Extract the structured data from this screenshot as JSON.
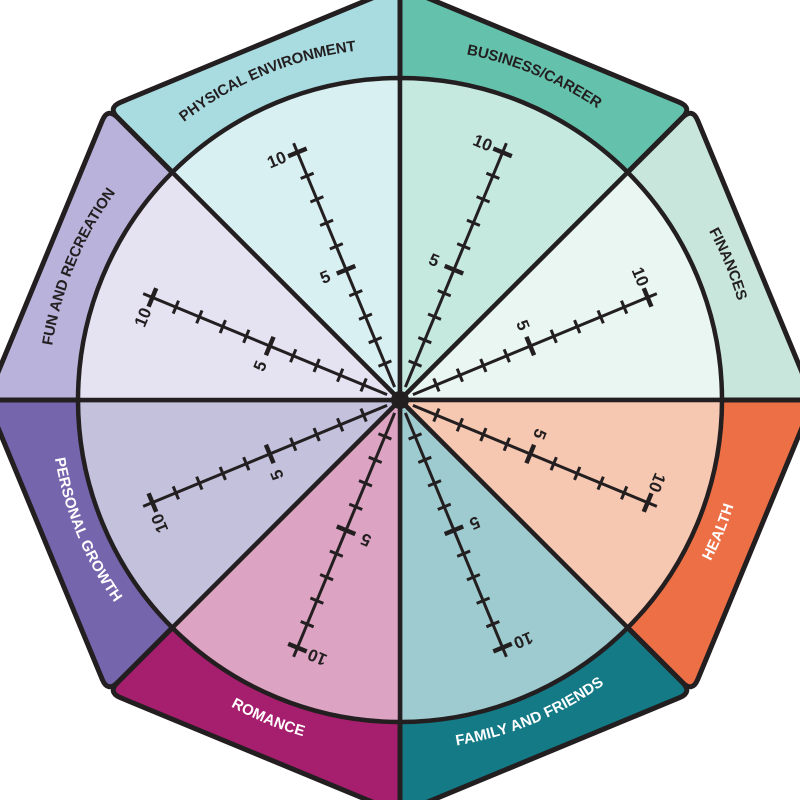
{
  "scale": {
    "min": 0,
    "max": 10,
    "major_ticks": [
      5,
      10
    ]
  },
  "segments": [
    {
      "id": "physical-environment",
      "label": "PHYSICAL ENVIRONMENT",
      "tab_color": "#a9dce1",
      "fill_color": "#d9f0f2",
      "label_color": "#231f20"
    },
    {
      "id": "business-career",
      "label": "BUSINESS/CAREER",
      "tab_color": "#64c1ab",
      "fill_color": "#c6e9df",
      "label_color": "#231f20"
    },
    {
      "id": "finances",
      "label": "FINANCES",
      "tab_color": "#c8e6dc",
      "fill_color": "#e9f6f2",
      "label_color": "#231f20"
    },
    {
      "id": "health",
      "label": "HEALTH",
      "tab_color": "#ec6f45",
      "fill_color": "#f6c7b1",
      "label_color": "#ffffff"
    },
    {
      "id": "family-and-friends",
      "label": "FAMILY AND FRIENDS",
      "tab_color": "#137a86",
      "fill_color": "#9ecbcf",
      "label_color": "#ffffff"
    },
    {
      "id": "romance",
      "label": "ROMANCE",
      "tab_color": "#a61e6e",
      "fill_color": "#dca3c2",
      "label_color": "#ffffff"
    },
    {
      "id": "personal-growth",
      "label": "PERSONAL GROWTH",
      "tab_color": "#7565ad",
      "fill_color": "#c3c1dc",
      "label_color": "#ffffff"
    },
    {
      "id": "fun-and-recreation",
      "label": "FUN AND RECREATION",
      "tab_color": "#b9b3db",
      "fill_color": "#e5e3f2",
      "label_color": "#231f20"
    }
  ]
}
